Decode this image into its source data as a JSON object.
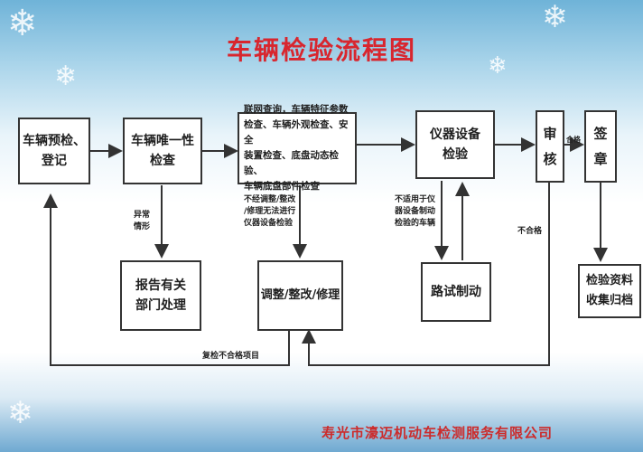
{
  "title": "车辆检验流程图",
  "boxes": {
    "register": "车辆预检、\n登记",
    "unique_check": "车辆唯一性\n检查",
    "network_check": "联网查询，车辆特征参数\n检查、车辆外观检查、安全\n装置检查、底盘动态检验、\n车辆底盘部件检查",
    "instrument": "仪器设备\n检验",
    "review_1": "审",
    "review_2": "核",
    "sign_1": "签",
    "sign_2": "章",
    "report": "报告有关\n部门处理",
    "adjust": "调整/整改/修理",
    "road_brake": "路试制动",
    "archive": "检验资料\n收集归档"
  },
  "notes": {
    "abnormal": "异常\n情形",
    "cannot_adjust": "不经调整/整改\n/修理无法进行\n仪器设备检验",
    "not_applicable": "不适用于仪\n器设备制动\n检验的车辆",
    "pass": "合格",
    "fail": "不合格",
    "recheck": "复检不合格项目"
  },
  "footer": "寿光市濠迈机动车检测服务有限公司",
  "colors": {
    "title": "#d8262e",
    "footer": "#cc2b2b",
    "line": "#333333"
  }
}
